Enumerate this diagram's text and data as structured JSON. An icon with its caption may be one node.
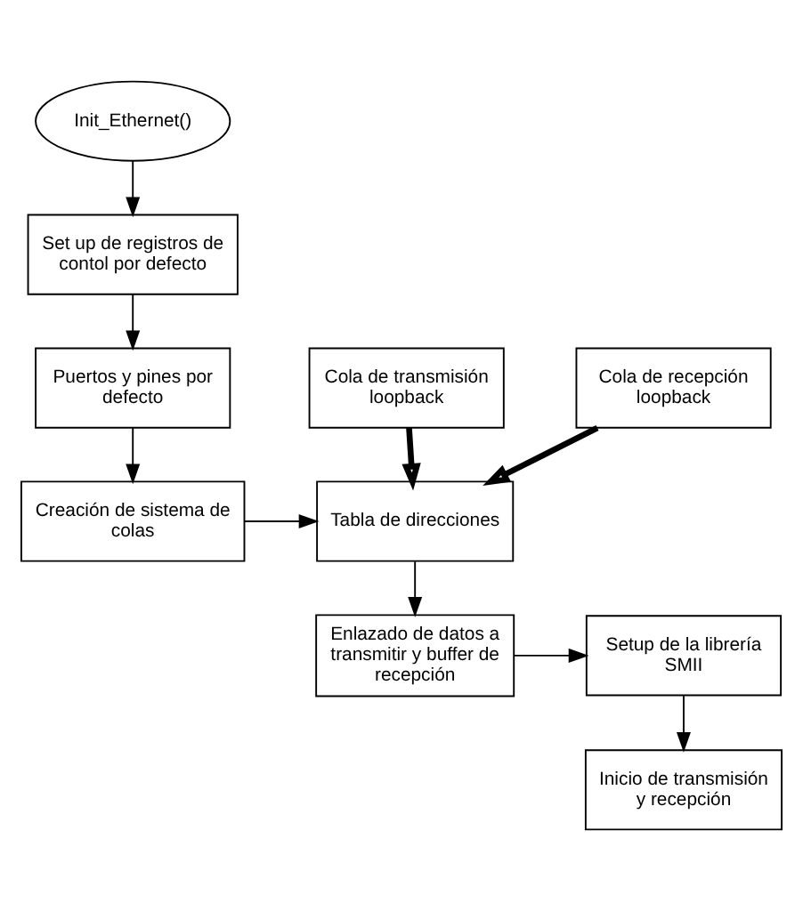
{
  "diagram": {
    "nodes": [
      {
        "text": [
          "Init_Ethernet()"
        ]
      },
      {
        "text": [
          "Set up de registros de contol por defecto"
        ]
      },
      {
        "text": [
          "Cola de transmisión loopback"
        ]
      },
      {
        "text": [
          "Cola de recepción loopback"
        ]
      },
      {
        "text": [
          "Puertos y pines por defecto"
        ]
      },
      {
        "text": [
          "Creación de sistema de colas"
        ]
      },
      {
        "text": [
          "Tabla de direcciones"
        ]
      },
      {
        "text": [
          "Enlazado de datos a transmitir y buffer de recepción"
        ]
      },
      {
        "text": [
          "Setup de la librería SMII"
        ]
      },
      {
        "text": [
          "Inicio de transmisión y recepción"
        ]
      }
    ],
    "edges": [
      {
        "from": 0,
        "to": 1,
        "arrow": "to"
      },
      {
        "from": 1,
        "to": 4,
        "arrow": "to"
      },
      {
        "from": 4,
        "to": 5,
        "arrow": "to"
      },
      {
        "from": 5,
        "to": 6,
        "arrow": "to"
      },
      {
        "from": 2,
        "to": 6,
        "arrow": "to",
        "style": "thick"
      },
      {
        "from": 3,
        "to": 6,
        "arrow": "to",
        "style": "thick"
      },
      {
        "from": 6,
        "to": 7,
        "arrow": "to"
      },
      {
        "from": 7,
        "to": 8,
        "arrow": "to"
      },
      {
        "from": 8,
        "to": 9,
        "arrow": "to"
      }
    ]
  }
}
